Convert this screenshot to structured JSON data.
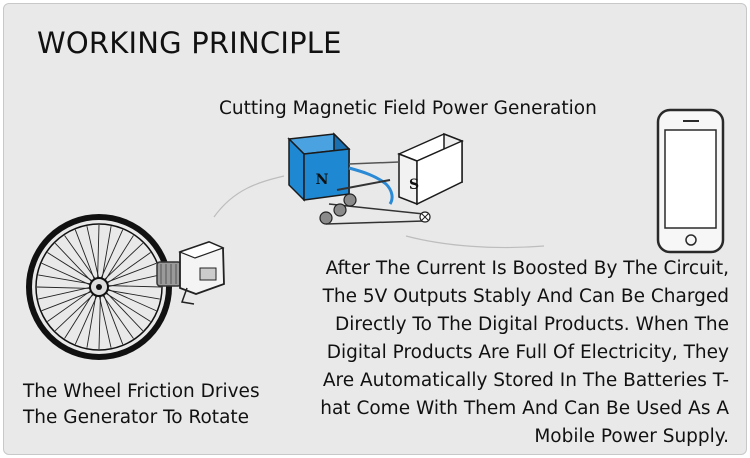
{
  "title": "WORKING PRINCIPLE",
  "subtitle": "Cutting Magnetic Field Power Generation",
  "magnet": {
    "north_label": "N",
    "south_label": "S",
    "north_color": "#1e88d2",
    "south_color": "#ffffff"
  },
  "wheel_caption": [
    "The Wheel Friction Drives",
    "The Generator To Rotate"
  ],
  "description": [
    "After The Current Is Boosted By The Circuit,",
    "The 5V Outputs Stably And Can Be Charged",
    "Directly To The Digital Products. When The",
    "Digital Products Are Full Of Electricity, They",
    "Are Automatically Stored In The Batteries T-",
    "hat Come With Them And Can Be Used As A",
    "Mobile Power Supply."
  ],
  "icons": [
    "bicycle-wheel-icon",
    "generator-icon",
    "magnet-icon",
    "smartphone-icon"
  ]
}
